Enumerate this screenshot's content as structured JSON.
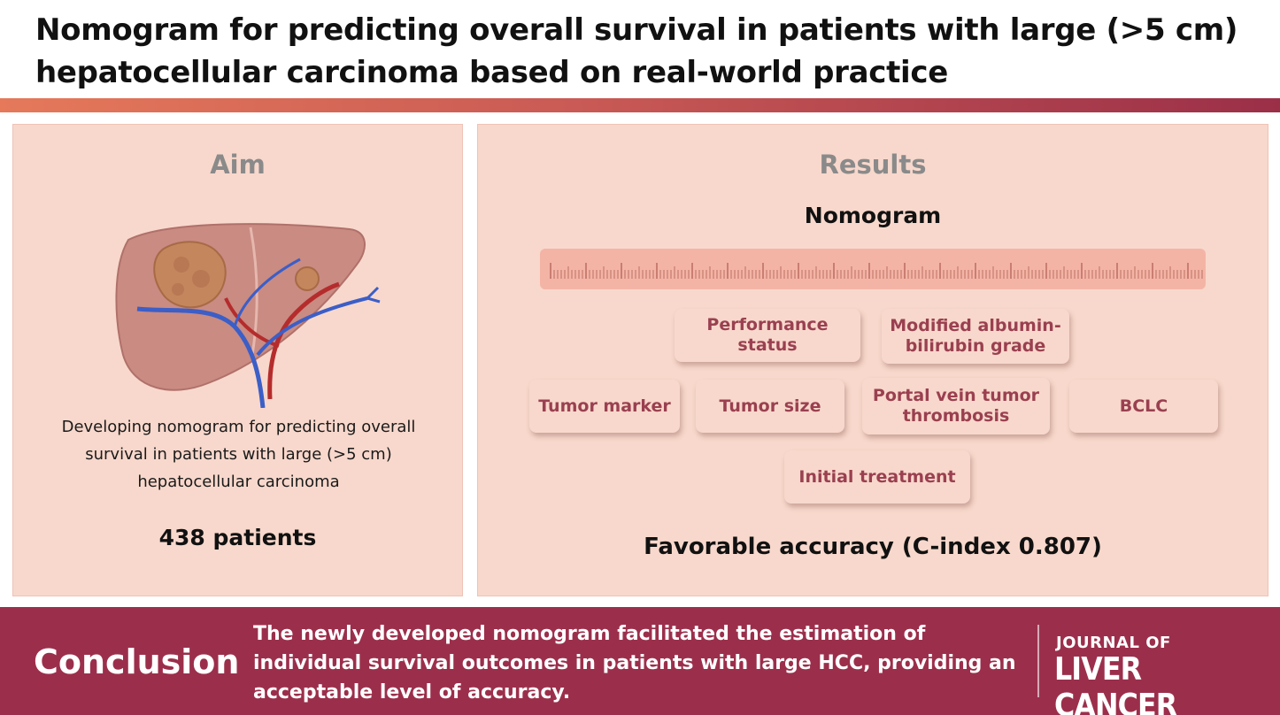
{
  "title": "Nomogram for predicting overall survival in patients with large (>5 cm) hepatocellular carcinoma based on real-world practice",
  "aim": {
    "heading": "Aim",
    "description": "Developing nomogram for predicting overall survival in patients with large (>5 cm) hepatocellular carcinoma",
    "patients": "438 patients"
  },
  "results": {
    "heading": "Results",
    "nomogram_label": "Nomogram",
    "factors": [
      "Performance status",
      "Modified albumin-bilirubin grade",
      "Tumor marker",
      "Tumor size",
      "Portal vein tumor thrombosis",
      "BCLC",
      "Initial treatment"
    ],
    "accuracy": "Favorable accuracy (C-index 0.807)"
  },
  "conclusion": {
    "label": "Conclusion",
    "text": "The newly developed nomogram facilitated the estimation of individual survival outcomes in patients with large HCC, providing an acceptable level of accuracy."
  },
  "journal": {
    "line1": "JOURNAL OF",
    "line2": "LIVER CANCER"
  },
  "colors": {
    "title_bar_start": "#e5795a",
    "title_bar_end": "#9b2f48",
    "panel_bg": "#f8d8cc",
    "factor_text": "#9a4050",
    "conclusion_bg": "#9b2f4b"
  },
  "icons": {
    "aim_illustration": "liver-with-tumor-illustration",
    "nomogram_scale": "ruler-scale"
  }
}
